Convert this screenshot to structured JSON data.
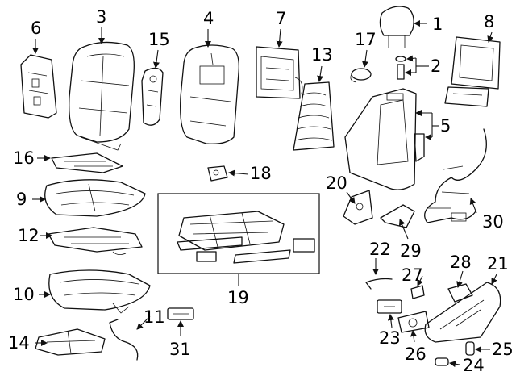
{
  "diagram": {
    "callouts": {
      "p1": "1",
      "p2": "2",
      "p3": "3",
      "p4": "4",
      "p5": "5",
      "p6": "6",
      "p7": "7",
      "p8": "8",
      "p9": "9",
      "p10": "10",
      "p11": "11",
      "p12": "12",
      "p13": "13",
      "p14": "14",
      "p15": "15",
      "p16": "16",
      "p17": "17",
      "p18": "18",
      "p19": "19",
      "p20": "20",
      "p21": "21",
      "p22": "22",
      "p23": "23",
      "p24": "24",
      "p25": "25",
      "p26": "26",
      "p27": "27",
      "p28": "28",
      "p29": "29",
      "p30": "30",
      "p31": "31"
    }
  }
}
